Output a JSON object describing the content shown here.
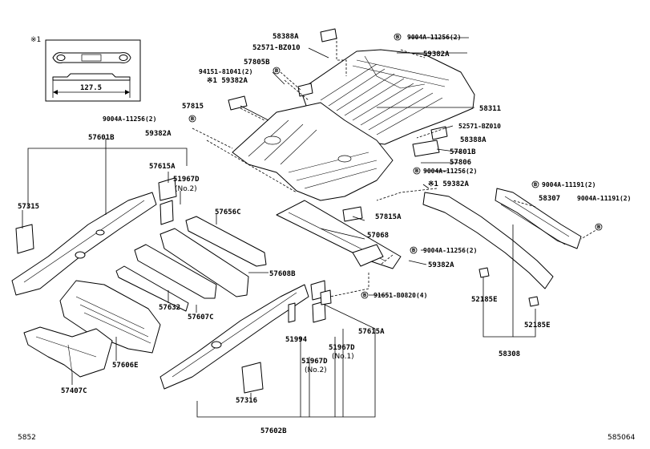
{
  "inset": {
    "mark": "※1",
    "dimension": "127.5"
  },
  "footer": {
    "left_code": "5852",
    "right_code": "585064"
  },
  "bolt_marker": "B",
  "labels": {
    "p58388A_top": "58388A",
    "p52571_top": "52571-BZ010",
    "p9004A_11256_top": "9004A-11256(2)",
    "p59382A_top": "59382A",
    "p57805B": "57805B",
    "p94151": "94151-81041(2)",
    "p59382A_mark1": "※1 59382A",
    "p57815": "57815",
    "p58311": "58311",
    "p9004A_11256_left": "9004A-11256(2)",
    "p59382A_left": "59382A",
    "p52571_right": "52571-BZ010",
    "p58388A_right": "58388A",
    "p57601B": "57601B",
    "p57801B": "57801B",
    "p57806": "57806",
    "p9004A_11256_mid": "9004A-11256(2)",
    "p57615A_left": "57615A",
    "p59382A_mark2": "※1 59382A",
    "p51967D_top": "51967D",
    "p51967D_top_qty": "(No.2)",
    "p9004A_11191_a": "9004A-11191(2)",
    "p58307": "58307",
    "p9004A_11191_b": "9004A-11191(2)",
    "p57315": "57315",
    "p57656C": "57656C",
    "p57815A": "57815A",
    "p57068": "57068",
    "p9004A_11256_low": "9004A-11256(2)",
    "p59382A_low": "59382A",
    "p57608B": "57608B",
    "p91651": "91651-B0820(4)",
    "p52185E_a": "52185E",
    "p57632": "57632",
    "p57607C": "57607C",
    "p52185E_b": "52185E",
    "p57615A_low": "57615A",
    "p51994": "51994",
    "p51967D_mid": "51967D",
    "p51967D_mid_qty": "(No.1)",
    "p57606E": "57606E",
    "p51967D_low": "51967D",
    "p51967D_low_qty": "(No.2)",
    "p58308": "58308",
    "p57407C": "57407C",
    "p57316": "57316",
    "p57602B": "57602B"
  }
}
